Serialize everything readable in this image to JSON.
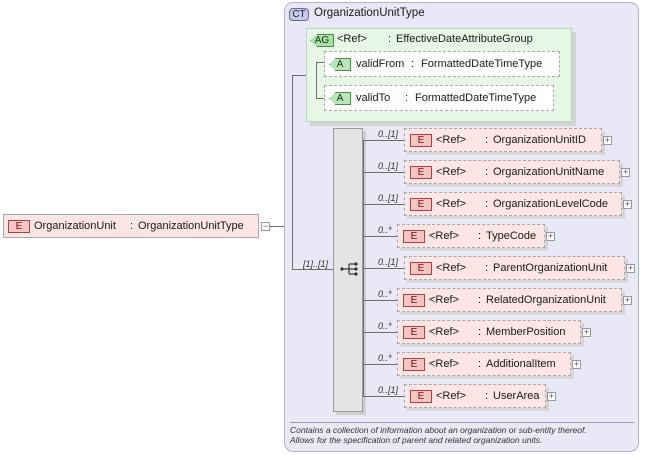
{
  "root_element": {
    "badge": "E",
    "name": "OrganizationUnit",
    "separator": ":",
    "type": "OrganizationUnitType"
  },
  "complex_type": {
    "badge": "CT",
    "name": "OrganizationUnitType",
    "description_line1": "Contains a collection of information about an organization or sub-entity thereof.",
    "description_line2": "Allows for the specification of parent and related organization units."
  },
  "attribute_group": {
    "badge": "AG",
    "ref": "<Ref>",
    "separator": ":",
    "name": "EffectiveDateAttributeGroup",
    "attributes": [
      {
        "badge": "A",
        "name": "validFrom",
        "separator": ":",
        "type": "FormattedDateTimeType"
      },
      {
        "badge": "A",
        "name": "validTo",
        "separator": ":",
        "type": "FormattedDateTimeType"
      }
    ]
  },
  "sequence": {
    "cardinality": "[1]..[1]"
  },
  "children": [
    {
      "badge": "E",
      "ref": "<Ref>",
      "separator": ":",
      "name": "OrganizationUnitID",
      "cardinality": "0..[1]",
      "expander": "+"
    },
    {
      "badge": "E",
      "ref": "<Ref>",
      "separator": ":",
      "name": "OrganizationUnitName",
      "cardinality": "0..[1]",
      "expander": "+"
    },
    {
      "badge": "E",
      "ref": "<Ref>",
      "separator": ":",
      "name": "OrganizationLevelCode",
      "cardinality": "0..[1]",
      "expander": "+"
    },
    {
      "badge": "E",
      "ref": "<Ref>",
      "separator": ":",
      "name": "TypeCode",
      "cardinality": "0..*",
      "expander": "+"
    },
    {
      "badge": "E",
      "ref": "<Ref>",
      "separator": ":",
      "name": "ParentOrganizationUnit",
      "cardinality": "0..[1]",
      "expander": "+"
    },
    {
      "badge": "E",
      "ref": "<Ref>",
      "separator": ":",
      "name": "RelatedOrganizationUnit",
      "cardinality": "0..*",
      "expander": "+"
    },
    {
      "badge": "E",
      "ref": "<Ref>",
      "separator": ":",
      "name": "MemberPosition",
      "cardinality": "0..*",
      "expander": "+"
    },
    {
      "badge": "E",
      "ref": "<Ref>",
      "separator": ":",
      "name": "AdditionalItem",
      "cardinality": "0..*",
      "expander": "+"
    },
    {
      "badge": "E",
      "ref": "<Ref>",
      "separator": ":",
      "name": "UserArea",
      "cardinality": "0..[1]",
      "expander": "+"
    }
  ],
  "collapse_symbol": "−"
}
